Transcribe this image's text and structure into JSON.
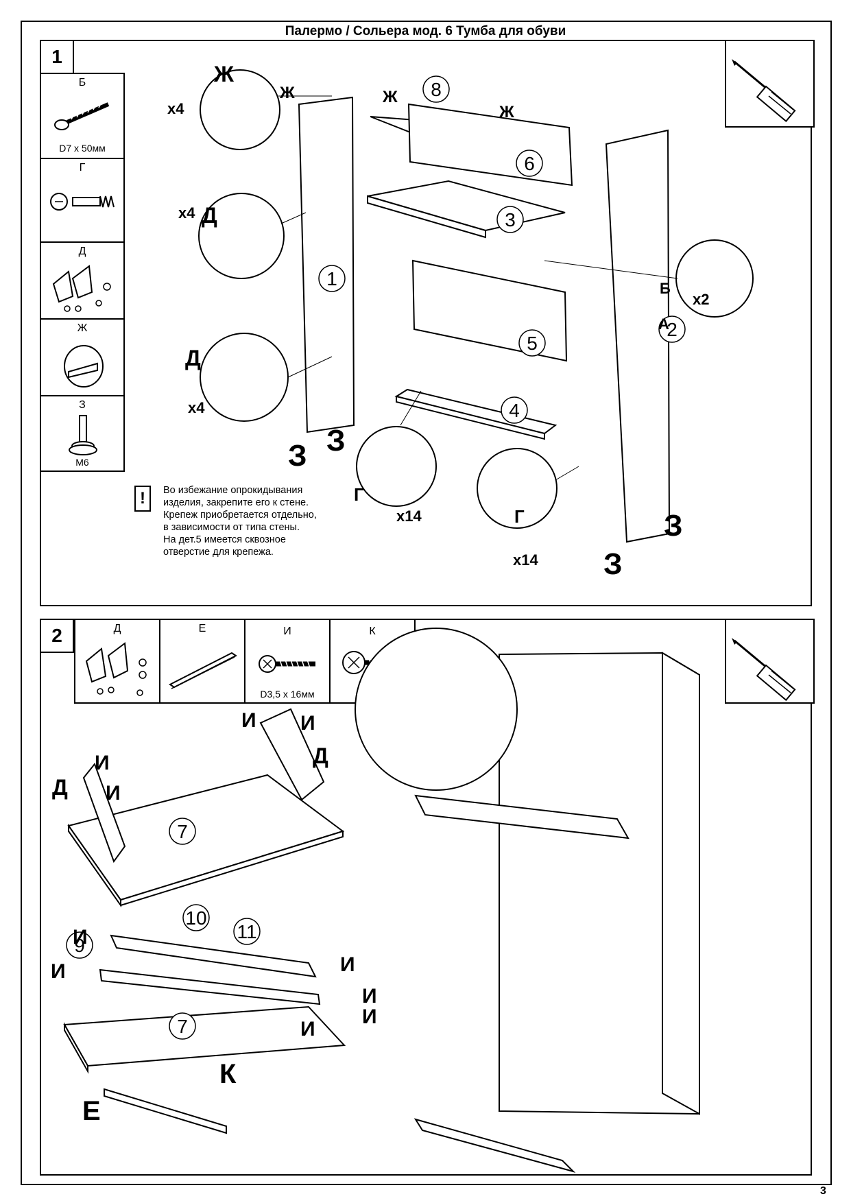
{
  "document": {
    "title": "Палермо / Сольера мод. 6 Тумба для обуви",
    "page_number": "3"
  },
  "step1": {
    "number": "1",
    "parts": [
      {
        "letter": "Б",
        "caption": "D7 х 50мм"
      },
      {
        "letter": "Г",
        "caption": ""
      },
      {
        "letter": "Д",
        "caption": ""
      },
      {
        "letter": "Ж",
        "caption": ""
      },
      {
        "letter": "З",
        "caption": "М6"
      }
    ],
    "warning_text": [
      "Во избежание опрокидывания",
      "изделия, закрепите его к стене.",
      "Крепеж приобретается отдельно,",
      "в зависимости от типа стены.",
      "На дет.5 имеется сквозное",
      "отверстие для крепежа."
    ],
    "warning_icon": "!",
    "detail_labels": {
      "zh_top": "Ж",
      "zh_x4": "x4",
      "zh_left": "Ж",
      "zh_mid": "Ж",
      "zh_right": "Ж",
      "d_x4_top": "x4",
      "d_top": "Д",
      "d_bottom": "Д",
      "d_x4_bottom": "x4",
      "b_label": "Б",
      "b_x2": "x2",
      "a_label": "А",
      "g_left": "Г",
      "g_left_x14": "x14",
      "g_right": "Г",
      "g_right_x14": "x14",
      "z_1": "З",
      "z_2": "З",
      "z_3": "З",
      "z_4": "З"
    },
    "part_numbers": [
      "8",
      "6",
      "3",
      "1",
      "5",
      "2",
      "4"
    ]
  },
  "step2": {
    "number": "2",
    "parts": [
      {
        "letter": "Д",
        "caption": ""
      },
      {
        "letter": "Е",
        "caption": ""
      },
      {
        "letter": "И",
        "caption": "D3,5 х 16мм"
      },
      {
        "letter": "К",
        "caption": ""
      }
    ],
    "labels": {
      "i_a": "И",
      "i_b": "И",
      "d_a": "Д",
      "i_c": "И",
      "i_d": "И",
      "d_b": "Д",
      "i_e": "И",
      "i_f": "И",
      "i_g": "И",
      "i_h": "И",
      "i_i": "И",
      "i_j": "И",
      "e_label": "Е",
      "k_label": "К"
    },
    "part_numbers": [
      "7",
      "10",
      "11",
      "9",
      "7"
    ]
  },
  "icons": [
    "screwdriver-icon",
    "warning-icon",
    "wood-screw-icon",
    "euro-screw-icon",
    "cam-lock-icon",
    "shelf-support-icon",
    "adjustable-foot-icon",
    "hinge-mechanism-icon",
    "plinth-profile-icon"
  ]
}
